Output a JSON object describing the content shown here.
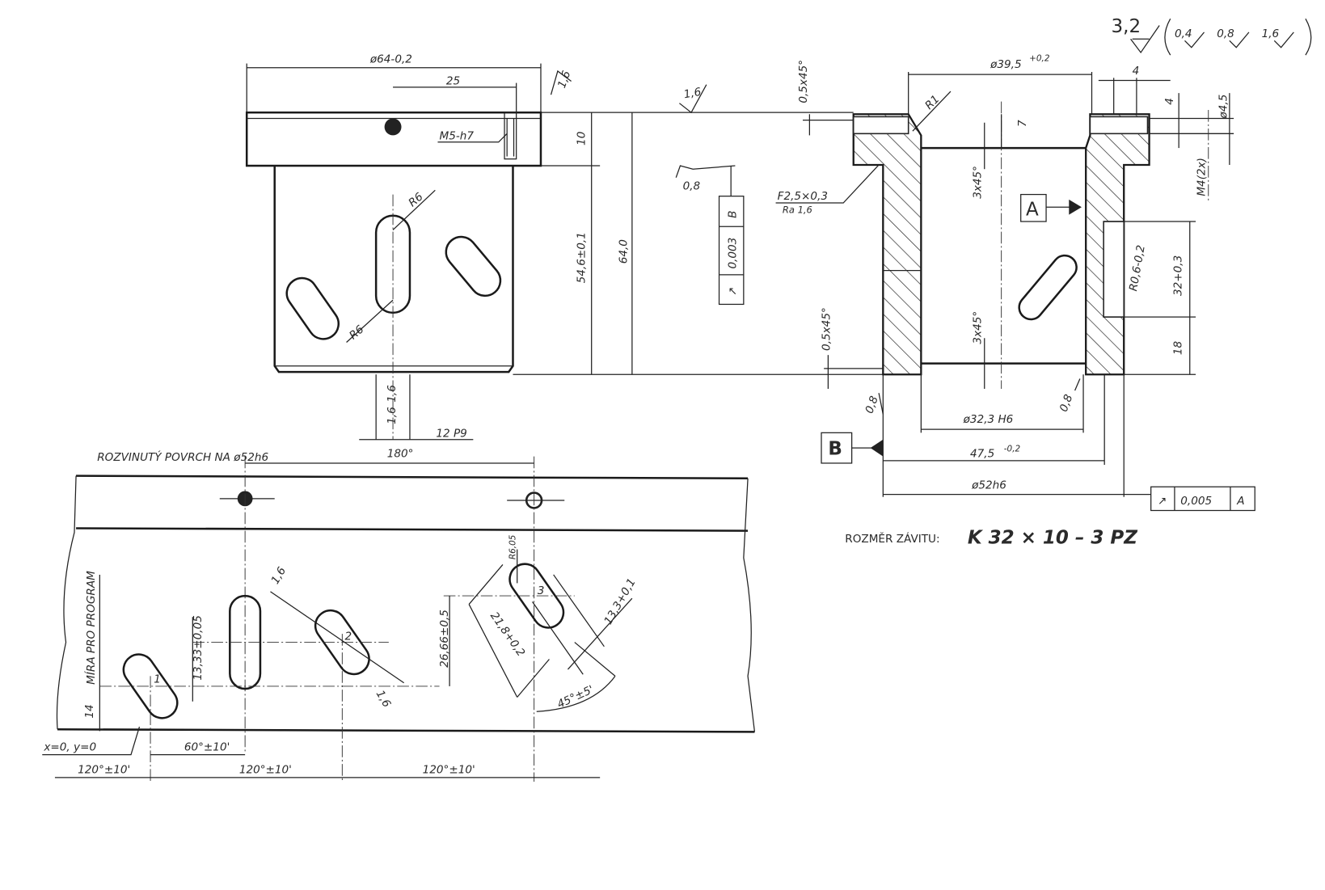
{
  "roughness": {
    "main": "3,2",
    "alt1": "0,4",
    "alt2": "0,8",
    "alt3": "1,6"
  },
  "side_view": {
    "dia_flange": "ø64-0,2",
    "dim_25": "25",
    "rough_flange": "1,6",
    "thread_hole": "M5-h7",
    "dim_10": "10",
    "dim_54": "54,6±0,1",
    "dim_64": "64,0",
    "r6_top": "R6",
    "r6_bottom": "R6",
    "rough_slot1": "1,6",
    "rough_slot2": "1,6",
    "keyway": "12 P9",
    "rough_top": "1,6",
    "rough_face": "0,8",
    "tol_frame": {
      "symbol": "↗",
      "value": "0,003",
      "datum": "B"
    }
  },
  "section_view": {
    "dia_395": "ø39,5",
    "dia_395_tol": "+0,2",
    "dim_4h": "4",
    "dim_4v": "4",
    "dia_45": "ø4,5",
    "m4": "M4(2x)",
    "r1": "R1",
    "chamfer_top": "0,5x45°",
    "groove": "F2,5×0,3",
    "groove_ra": "Ra 1,6",
    "dim_7": "7",
    "chamfer_3a": "3x45°",
    "chamfer_3b": "3x45°",
    "datum_a": "A",
    "r06": "R0,6-0,2",
    "dim_32": "32+0,3",
    "dim_18": "18",
    "chamfer_bot": "0,5x45°",
    "rough_left": "0,8",
    "rough_right": "0,8",
    "dia_323": "ø32,3 H6",
    "dim_475": "47,5",
    "dim_475_tol": "-0,2",
    "dia_52": "ø52h6",
    "datum_b": "B",
    "tol_frame": {
      "symbol": "↗",
      "value": "0,005",
      "datum": "A"
    }
  },
  "thread_note": {
    "label": "ROZMĚR ZÁVITU:",
    "value": "K 32 × 10 – 3 PZ"
  },
  "developed_view": {
    "title": "ROZVINUTÝ POVRCH NA ø52h6",
    "angle_180": "180°",
    "program_label": "MÍRA PRO PROGRAM",
    "dim_14": "14",
    "dim_1333": "13,33±0,05",
    "dim_2666": "26,66±0,5",
    "dim_218": "21,8+0,2",
    "dim_133": "13,3+0,1",
    "r605": "R6,05",
    "angle_45": "45°±5'",
    "rough_a": "1,6",
    "rough_b": "1,6",
    "origin": "x=0, y=0",
    "angle_60": "60°±10'",
    "angle_120a": "120°±10'",
    "angle_120b": "120°±10'",
    "angle_120c": "120°±10'",
    "slot_1": "1",
    "slot_2": "2",
    "slot_3": "3"
  }
}
